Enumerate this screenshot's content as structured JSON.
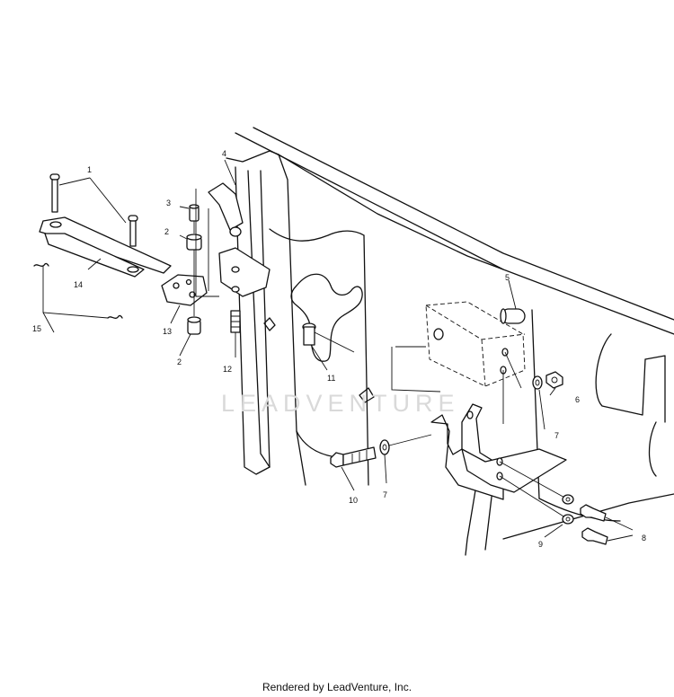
{
  "diagram": {
    "callouts": {
      "c1": "1",
      "c2a": "2",
      "c2b": "2",
      "c3": "3",
      "c4": "4",
      "c5": "5",
      "c6": "6",
      "c7a": "7",
      "c7b": "7",
      "c8": "8",
      "c9": "9",
      "c10": "10",
      "c11": "11",
      "c12": "12",
      "c13": "13",
      "c14": "14",
      "c15": "15"
    },
    "watermark": "LEADVENTURE"
  },
  "footer": {
    "text": "Rendered by LeadVenture, Inc."
  }
}
